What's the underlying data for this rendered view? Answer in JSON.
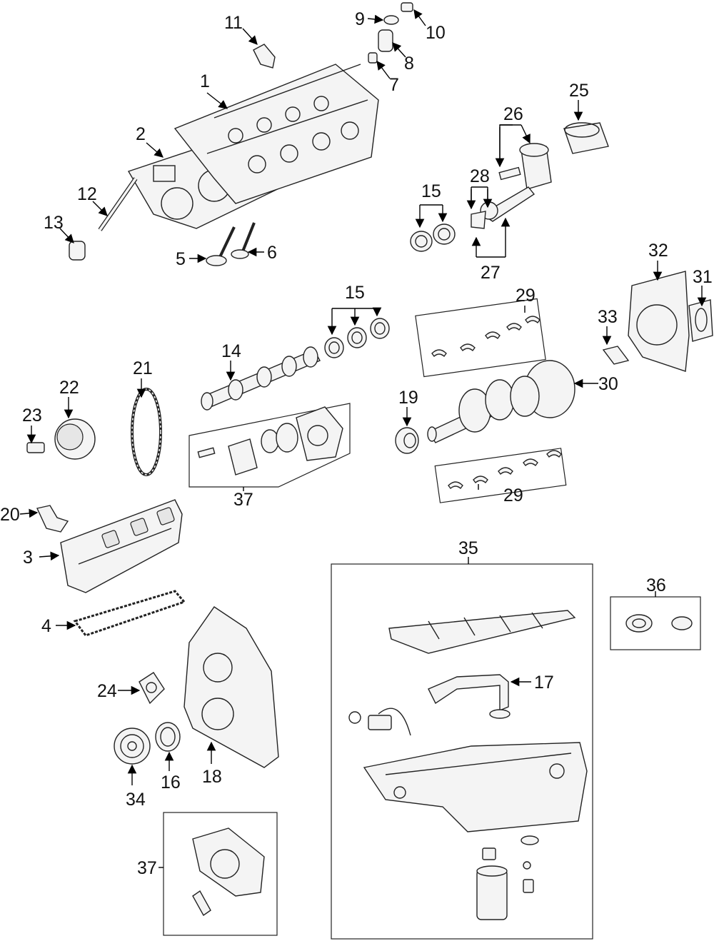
{
  "diagram": {
    "callouts": {
      "c1": "1",
      "c2": "2",
      "c3": "3",
      "c4": "4",
      "c5": "5",
      "c6": "6",
      "c7": "7",
      "c8": "8",
      "c9": "9",
      "c10": "10",
      "c11": "11",
      "c12": "12",
      "c13": "13",
      "c14": "14",
      "c15a": "15",
      "c15b": "15",
      "c16": "16",
      "c17": "17",
      "c18": "18",
      "c19": "19",
      "c20": "20",
      "c21": "21",
      "c22": "22",
      "c23": "23",
      "c24": "24",
      "c25": "25",
      "c26": "26",
      "c27": "27",
      "c28": "28",
      "c29a": "29",
      "c29b": "29",
      "c30": "30",
      "c31": "31",
      "c32": "32",
      "c33": "33",
      "c34": "34",
      "c35": "35",
      "c36": "36",
      "c37a": "37",
      "c37b": "37"
    }
  }
}
